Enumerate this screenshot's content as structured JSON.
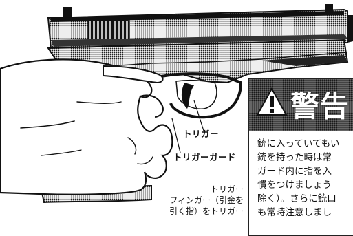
{
  "labels": {
    "trigger": "トリガー",
    "trigger_guard": "トリガーガード"
  },
  "caption": {
    "lines": [
      "トリガー",
      "フィンガー（引金を",
      "引く指）をトリガー"
    ]
  },
  "warning": {
    "title": "警告",
    "icon": "exclamation-triangle-icon",
    "body_lines": [
      "銃に入っていてもい",
      "銃を持った時は常",
      "ガード内に指を入",
      "慣をつけましょう",
      "除く）。さらに銃口",
      "も常時注意しまし"
    ]
  }
}
